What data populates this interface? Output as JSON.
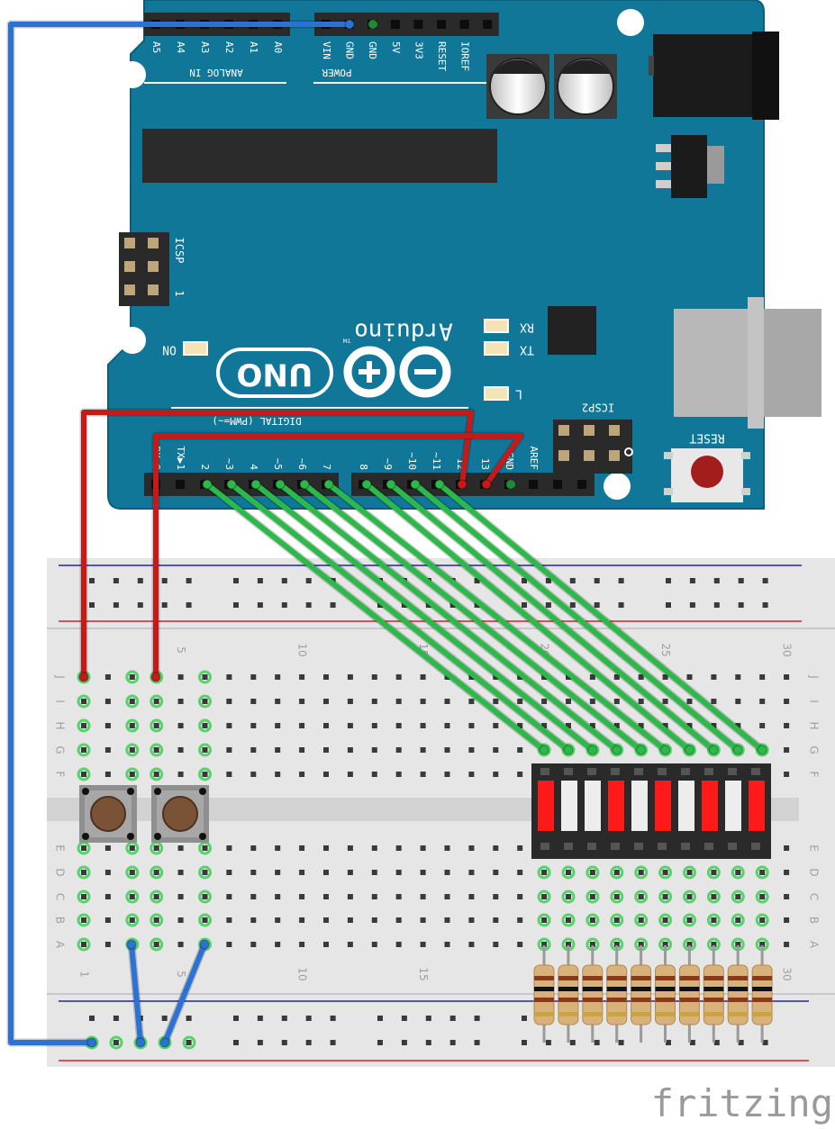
{
  "watermark": "fritzing",
  "colors": {
    "board": "#117799",
    "board_edge": "#0c5f7a",
    "silk": "#ffffff",
    "header": "#2a2a2a",
    "breadboard": "#e6e6e6",
    "rail_red": "#d92020",
    "rail_blue": "#2020c0",
    "wire_green": "#2db84a",
    "wire_red": "#c41a1a",
    "wire_blue": "#2a72d4",
    "led_red": "#ff1a1a",
    "led_off": "#ededed",
    "resistor_body": "#d9b27a"
  },
  "arduino": {
    "logo_word": "Arduino",
    "tm": "TM",
    "model": "UNO",
    "icsp_top": "ICSP",
    "icsp_mid": "ICSP2",
    "icsp_pin": "1",
    "reset_label": "RESET",
    "on_label": "ON",
    "l_label": "L",
    "tx_label": "TX",
    "rx_label": "RX",
    "analog_label": "ANALOG IN",
    "power_label": "POWER",
    "digital_label": "DIGITAL (PWM=~)",
    "analog_pins": [
      "A5",
      "A4",
      "A3",
      "A2",
      "A1",
      "A0"
    ],
    "power_pins": [
      "VIN",
      "GND",
      "GND",
      "5V",
      "3V3",
      "RESET",
      "IOREF"
    ],
    "digital_pins_high": [
      "AREF",
      "GND",
      "13",
      "12",
      "~11",
      "~10",
      "~9",
      "8"
    ],
    "digital_pins_low": [
      "7",
      "~6",
      "~5",
      "4",
      "~3",
      "2",
      "TX▶1",
      "RX◀0"
    ]
  },
  "breadboard": {
    "rows_top": [
      "J",
      "I",
      "H",
      "G",
      "F"
    ],
    "rows_bottom": [
      "E",
      "D",
      "C",
      "B",
      "A"
    ],
    "col_numbers_top": [
      "5",
      "10",
      "15",
      "20",
      "25",
      "30"
    ],
    "col_numbers_bottom": [
      "1",
      "5",
      "10",
      "15",
      "20",
      "25",
      "30"
    ]
  },
  "led_bar": {
    "segments": [
      "red",
      "off",
      "off",
      "red",
      "off",
      "red",
      "off",
      "red",
      "off",
      "red"
    ]
  }
}
